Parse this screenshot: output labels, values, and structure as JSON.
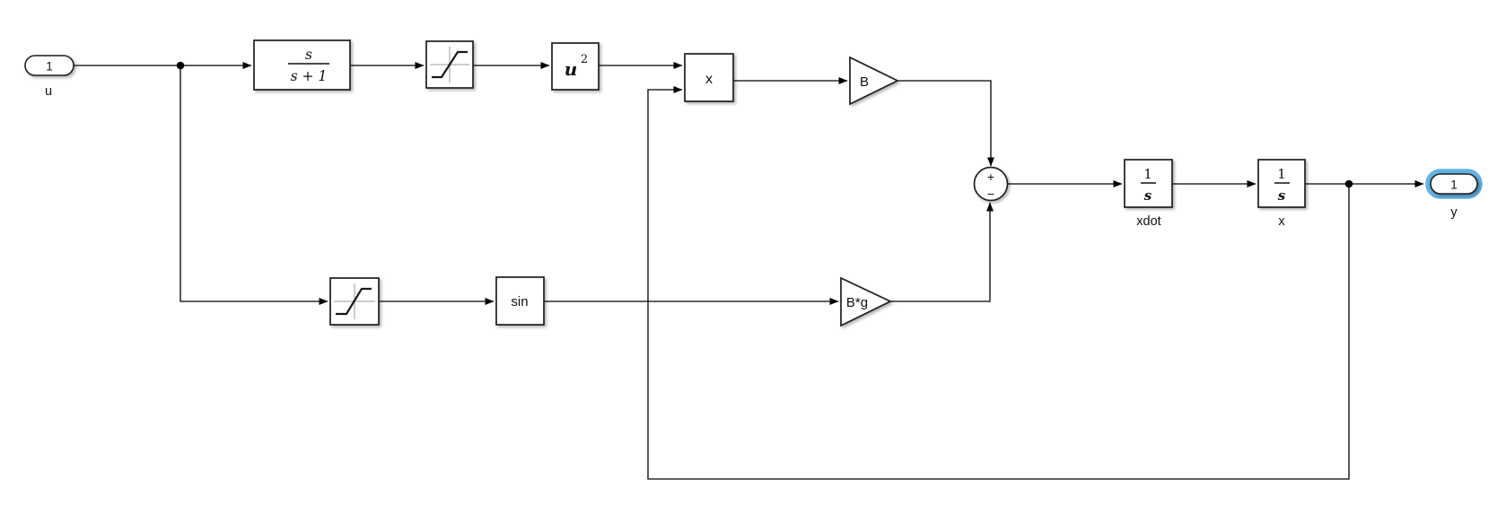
{
  "canvas": {
    "background": "#ffffff"
  },
  "colors": {
    "wire": "#000000",
    "block_border": "#1f1f1f",
    "block_fill": "#ffffff",
    "selection_highlight": "#63b2e4",
    "saturation_icon_axes": "#c6c6c6"
  },
  "blocks": {
    "inport": {
      "port": "1",
      "name": "u"
    },
    "transfer_fcn": {
      "numerator": "s",
      "denominator": "s + 1"
    },
    "saturation_upper": {
      "icon": "saturation-icon"
    },
    "math_function": {
      "base": "u",
      "exponent": "2"
    },
    "product": {
      "symbol": "x"
    },
    "gain_b": {
      "label": "B"
    },
    "sum": {
      "plus": "+",
      "minus": "−"
    },
    "integrator_xdot": {
      "numerator": "1",
      "denominator": "s",
      "name": "xdot"
    },
    "integrator_x": {
      "numerator": "1",
      "denominator": "s",
      "name": "x"
    },
    "outport": {
      "port": "1",
      "name": "y"
    },
    "saturation_lower": {
      "icon": "saturation-icon"
    },
    "trig": {
      "label": "sin"
    },
    "gain_bg": {
      "label": "B*g"
    }
  }
}
